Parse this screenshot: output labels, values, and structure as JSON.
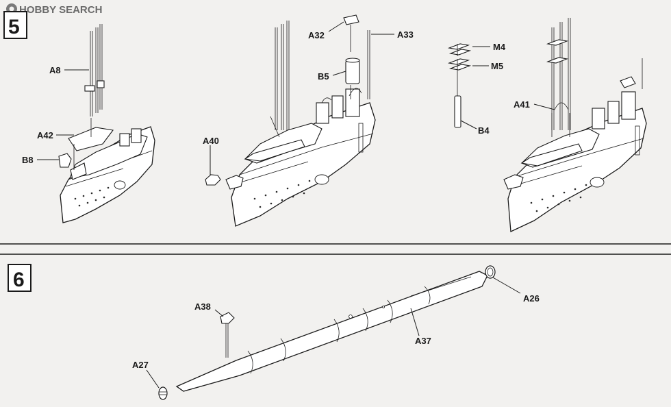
{
  "watermark": {
    "brand": "HOBBY SEARCH",
    "logo_icon": "hobby-search-logo-icon"
  },
  "steps": [
    {
      "number": "5"
    },
    {
      "number": "6"
    }
  ],
  "step5": {
    "assembly1": {
      "labels": [
        "A8",
        "A42",
        "B8"
      ]
    },
    "assembly2": {
      "labels": [
        "A32",
        "A33",
        "B5",
        "A40"
      ]
    },
    "subparts": {
      "labels": [
        "M4",
        "M5",
        "B4"
      ]
    },
    "assembly3": {
      "labels": [
        "A41"
      ]
    }
  },
  "step6": {
    "labels": [
      "A38",
      "A37",
      "A26",
      "A27"
    ]
  },
  "colors": {
    "background": "#f2f1ef",
    "line": "#1a1a1a",
    "part_fill": "#ffffff"
  }
}
